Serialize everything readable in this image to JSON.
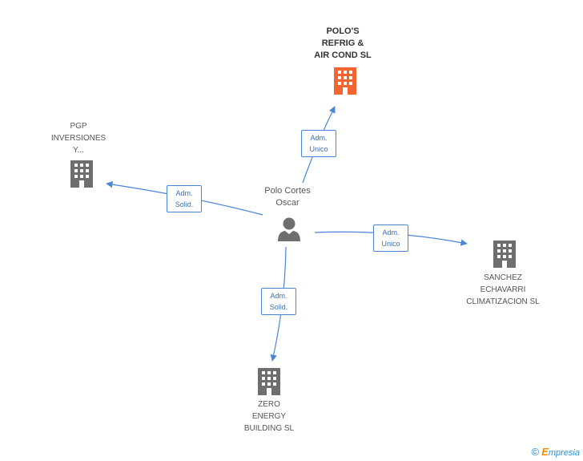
{
  "nodes": {
    "center": {
      "label": "Polo Cortes\nOscar"
    },
    "top": {
      "label": "POLO'S\nREFRIG &\nAIR COND SL"
    },
    "left": {
      "label": "PGP\nINVERSIONES\nY..."
    },
    "right": {
      "label": "SANCHEZ\nECHAVARRI\nCLIMATIZACION SL"
    },
    "bottom": {
      "label": "ZERO\nENERGY\nBUILDING SL"
    }
  },
  "edges": {
    "top": {
      "label": "Adm.\nUnico"
    },
    "left": {
      "label": "Adm.\nSolid."
    },
    "right": {
      "label": "Adm.\nUnico"
    },
    "bottom": {
      "label": "Adm.\nSolid."
    }
  },
  "footer": {
    "copyright": "©",
    "brand_initial": "E",
    "brand_rest": "mpresia"
  },
  "colors": {
    "highlight_company": "#f26430",
    "company": "#6e6e6e",
    "person": "#6e6e6e",
    "edge": "#4a86d8"
  },
  "icons": {
    "company": "building-icon",
    "person": "person-icon",
    "arrow": "arrowhead-icon"
  }
}
